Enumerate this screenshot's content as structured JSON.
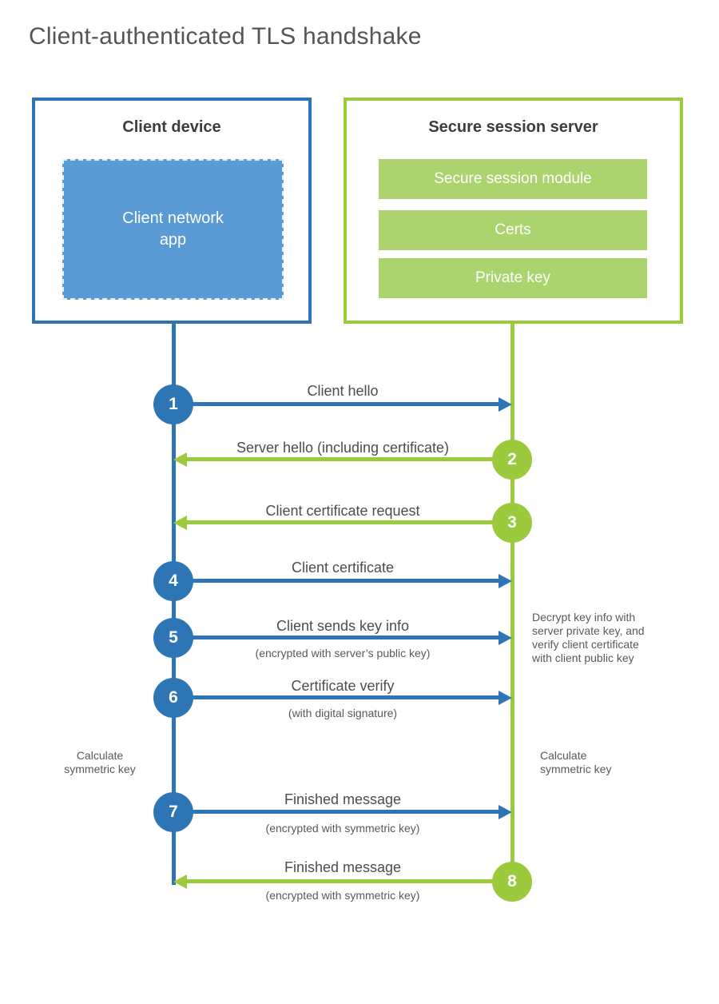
{
  "title": "Client-authenticated TLS handshake",
  "colors": {
    "blue": "#2e75b6",
    "blue_fill": "#5b9bd5",
    "green": "#9bca3c",
    "green_fill": "#abd36e"
  },
  "client_box": {
    "title": "Client device",
    "app_label": "Client network\napp"
  },
  "server_box": {
    "title": "Secure session server",
    "modules": [
      "Secure session module",
      "Certs",
      "Private key"
    ]
  },
  "steps": [
    {
      "number": "1",
      "from": "client",
      "direction": "right",
      "label": "Client hello"
    },
    {
      "number": "2",
      "from": "server",
      "direction": "left",
      "label": "Server hello (including certificate)"
    },
    {
      "number": "3",
      "from": "server",
      "direction": "left",
      "label": "Client certificate request"
    },
    {
      "number": "4",
      "from": "client",
      "direction": "right",
      "label": "Client certificate"
    },
    {
      "number": "5",
      "from": "client",
      "direction": "right",
      "label": "Client sends key info",
      "sublabel": "(encrypted with server’s public key)"
    },
    {
      "number": "6",
      "from": "client",
      "direction": "right",
      "label": "Certificate verify",
      "sublabel": "(with digital signature)"
    },
    {
      "number": "7",
      "from": "client",
      "direction": "right",
      "label": "Finished message",
      "sublabel": "(encrypted with symmetric key)"
    },
    {
      "number": "8",
      "from": "server",
      "direction": "left",
      "label": "Finished message",
      "sublabel": "(encrypted with symmetric key)"
    }
  ],
  "annotations": {
    "server_note": "Decrypt key info with\nserver private key, and\nverify client certificate\nwith client public key",
    "client_calc": "Calculate\nsymmetric key",
    "server_calc": "Calculate\nsymmetric key"
  }
}
